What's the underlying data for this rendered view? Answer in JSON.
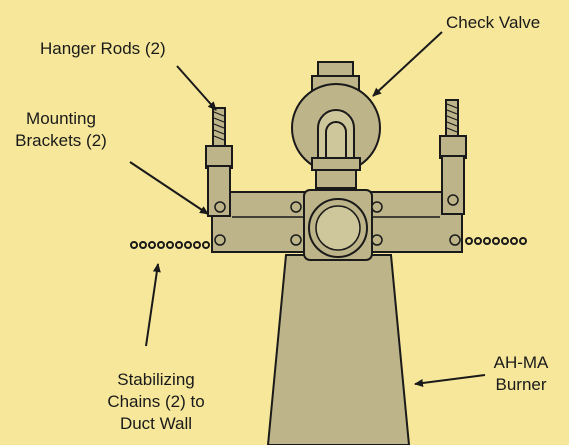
{
  "colors": {
    "background": "#f6e79a",
    "metal": "#bdb489",
    "metal_dark": "#a89f74",
    "outline": "#1a1a1a"
  },
  "labels": {
    "hanger_rods": "Hanger Rods (2)",
    "check_valve": "Check Valve",
    "mounting_brackets": [
      "Mounting",
      "Brackets (2)"
    ],
    "stabilizing_chains": [
      "Stabilizing",
      "Chains (2) to",
      "Duct Wall"
    ],
    "burner": [
      "AH-MA",
      "Burner"
    ]
  }
}
